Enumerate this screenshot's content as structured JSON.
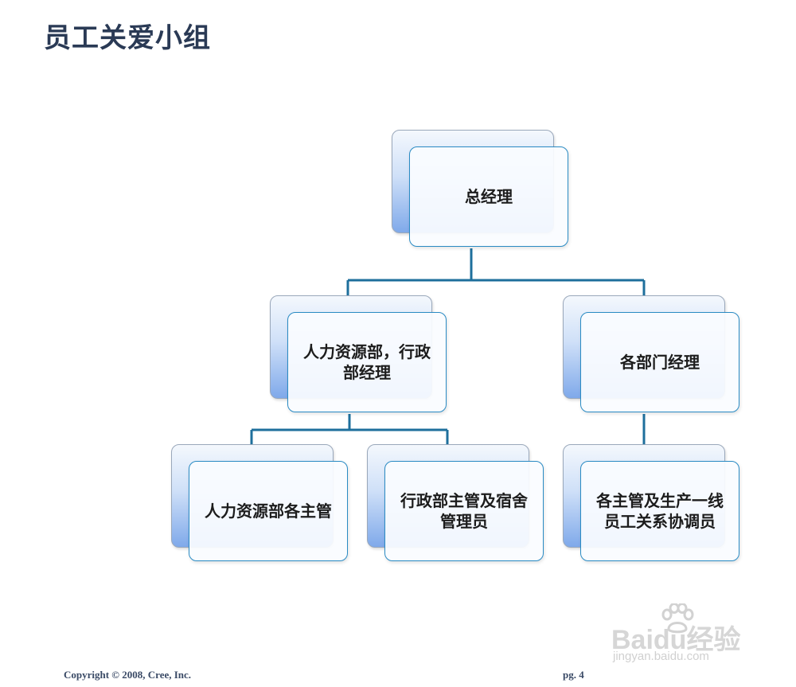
{
  "title": "员工关爱小组",
  "org_chart": {
    "root": {
      "label": "总经理"
    },
    "level2": [
      {
        "label": "人力资源部，行政部经理"
      },
      {
        "label": "各部门经理"
      }
    ],
    "level3": [
      {
        "label": "人力资源部各主管",
        "parent": "人力资源部，行政部经理"
      },
      {
        "label": "行政部主管及宿舍管理员",
        "parent": "人力资源部，行政部经理"
      },
      {
        "label": "各主管及生产一线员工关系协调员",
        "parent": "各部门经理"
      }
    ]
  },
  "colors": {
    "connector": "#1e6f9c",
    "node_border": "#2a8bc4",
    "title": "#2a3a55"
  },
  "footer": {
    "copyright": "Copyright © 2008, Cree, Inc.",
    "page": "pg. 4"
  },
  "watermark": {
    "brand": "Baidu经验",
    "url": "jingyan.baidu.com"
  }
}
